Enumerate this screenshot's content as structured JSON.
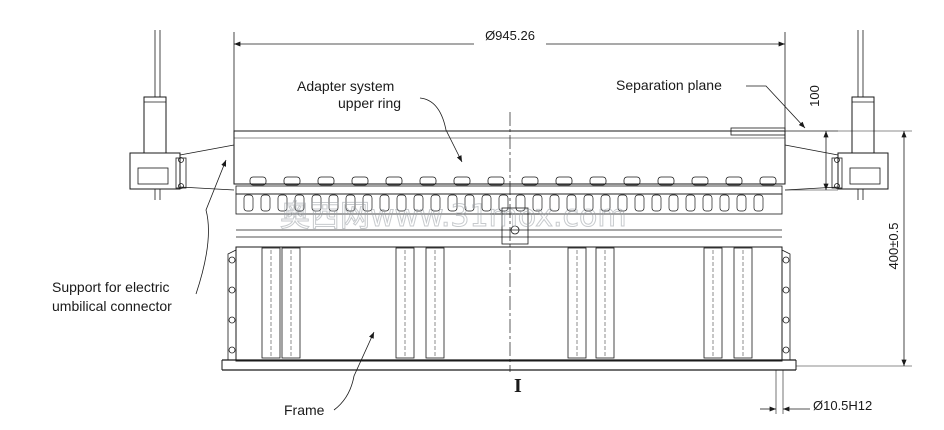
{
  "dimensions": {
    "diameter_top": "Ø945.26",
    "height_100": "100",
    "height_400": "400±0.5",
    "hole": "Ø10.5H12"
  },
  "labels": {
    "adapter_line1": "Adapter system",
    "adapter_line2": "upper ring",
    "separation_plane": "Separation plane",
    "support_line1": "Support for electric",
    "support_line2": "umbilical connector",
    "frame": "Frame",
    "section_mark": "I"
  },
  "watermark": "奥西网www.31mox.com"
}
